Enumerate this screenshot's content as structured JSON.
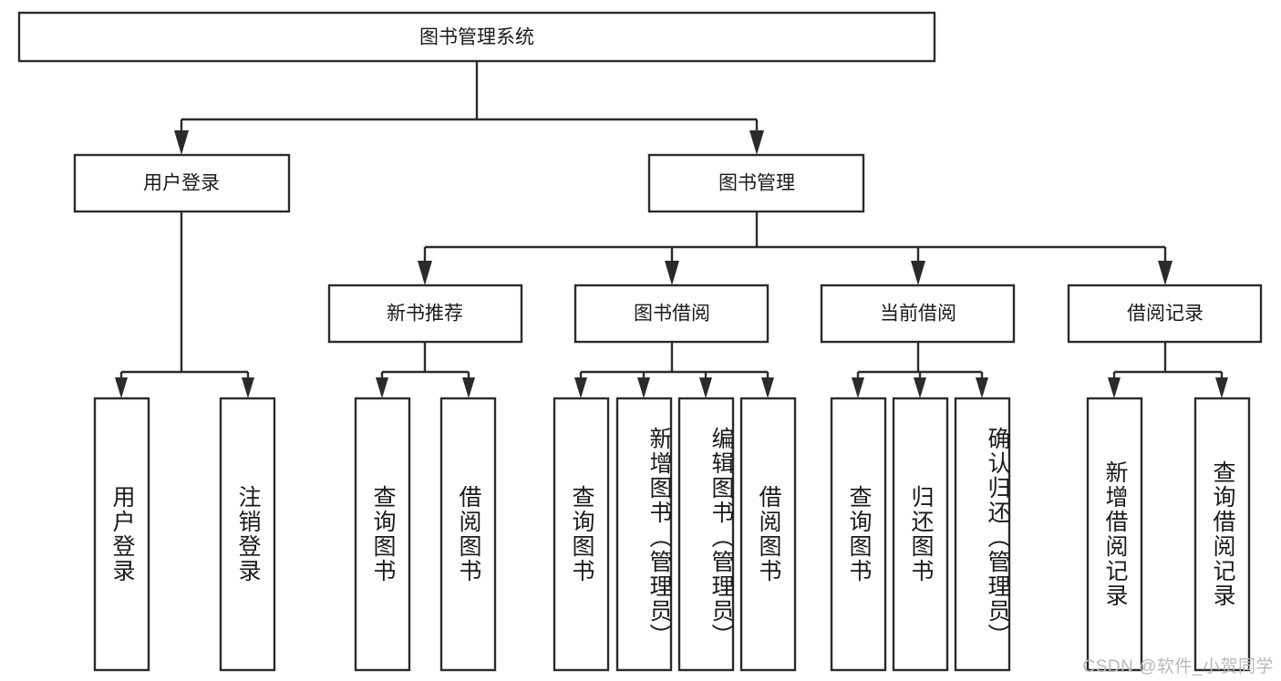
{
  "diagram": {
    "title": "图书管理系统",
    "type": "hierarchy-tree",
    "watermark": "CSDN @软件_小贺同学",
    "colors": {
      "stroke": "#2b2b2b",
      "fill": "#ffffff",
      "text": "#1a1a1a",
      "watermark": "#b9b9b9"
    },
    "root": {
      "label": "图书管理系统",
      "orientation": "horizontal"
    },
    "level2": [
      {
        "label": "用户登录",
        "orientation": "horizontal"
      },
      {
        "label": "图书管理",
        "orientation": "horizontal"
      }
    ],
    "level3": [
      {
        "label": "新书推荐",
        "orientation": "horizontal"
      },
      {
        "label": "图书借阅",
        "orientation": "horizontal"
      },
      {
        "label": "当前借阅",
        "orientation": "horizontal"
      },
      {
        "label": "借阅记录",
        "orientation": "horizontal"
      }
    ],
    "leaves": [
      {
        "label": "用户登录",
        "parent": "用户登录",
        "orientation": "vertical"
      },
      {
        "label": "注销登录",
        "parent": "用户登录",
        "orientation": "vertical"
      },
      {
        "label": "查询图书",
        "parent": "新书推荐",
        "orientation": "vertical"
      },
      {
        "label": "借阅图书",
        "parent": "新书推荐",
        "orientation": "vertical"
      },
      {
        "label": "查询图书",
        "parent": "图书借阅",
        "orientation": "vertical"
      },
      {
        "label": "新增图书（管理员）",
        "parent": "图书借阅",
        "orientation": "vertical"
      },
      {
        "label": "编辑图书（管理员）",
        "parent": "图书借阅",
        "orientation": "vertical"
      },
      {
        "label": "借阅图书",
        "parent": "图书借阅",
        "orientation": "vertical"
      },
      {
        "label": "查询图书",
        "parent": "当前借阅",
        "orientation": "vertical"
      },
      {
        "label": "归还图书",
        "parent": "当前借阅",
        "orientation": "vertical"
      },
      {
        "label": "确认归还（管理员）",
        "parent": "当前借阅",
        "orientation": "vertical"
      },
      {
        "label": "新增借阅记录",
        "parent": "借阅记录",
        "orientation": "vertical"
      },
      {
        "label": "查询借阅记录",
        "parent": "借阅记录",
        "orientation": "vertical"
      }
    ]
  }
}
